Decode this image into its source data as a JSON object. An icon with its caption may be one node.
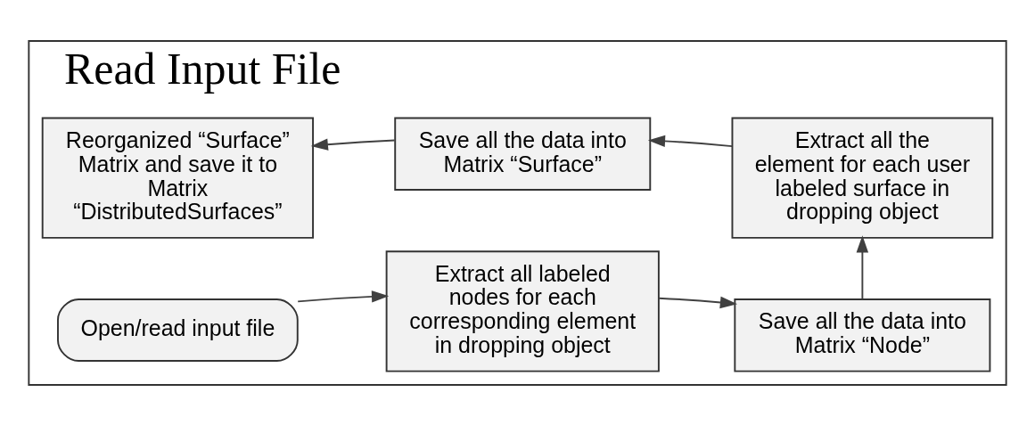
{
  "diagram": {
    "nodes": [
      {
        "text": [
          "Read Input File"
        ]
      },
      {
        "text": [
          "Open/read input file"
        ],
        "in": 0
      },
      {
        "text": [
          "Extract all labeled nodes for each corresponding element in dropping object"
        ],
        "in": 0
      },
      {
        "text": [
          "Save all the data into Matrix “Node”"
        ],
        "in": 0
      },
      {
        "text": [
          "Extract all the element for each user labeled surface in dropping object"
        ],
        "in": 0
      },
      {
        "text": [
          "Save all the data into Matrix “Surface”"
        ],
        "in": 0
      },
      {
        "text": [
          "Reorganized “Surface” Matrix and save it to Matrix “DistributedSurfaces”"
        ],
        "in": 0
      }
    ],
    "edges": [
      {
        "from": 1,
        "to": 2,
        "arrow": "to"
      },
      {
        "from": 2,
        "to": 3,
        "arrow": "to"
      },
      {
        "from": 3,
        "to": 4,
        "arrow": "to"
      },
      {
        "from": 4,
        "to": 5,
        "arrow": "to"
      },
      {
        "from": 5,
        "to": 6,
        "arrow": "to"
      }
    ]
  }
}
